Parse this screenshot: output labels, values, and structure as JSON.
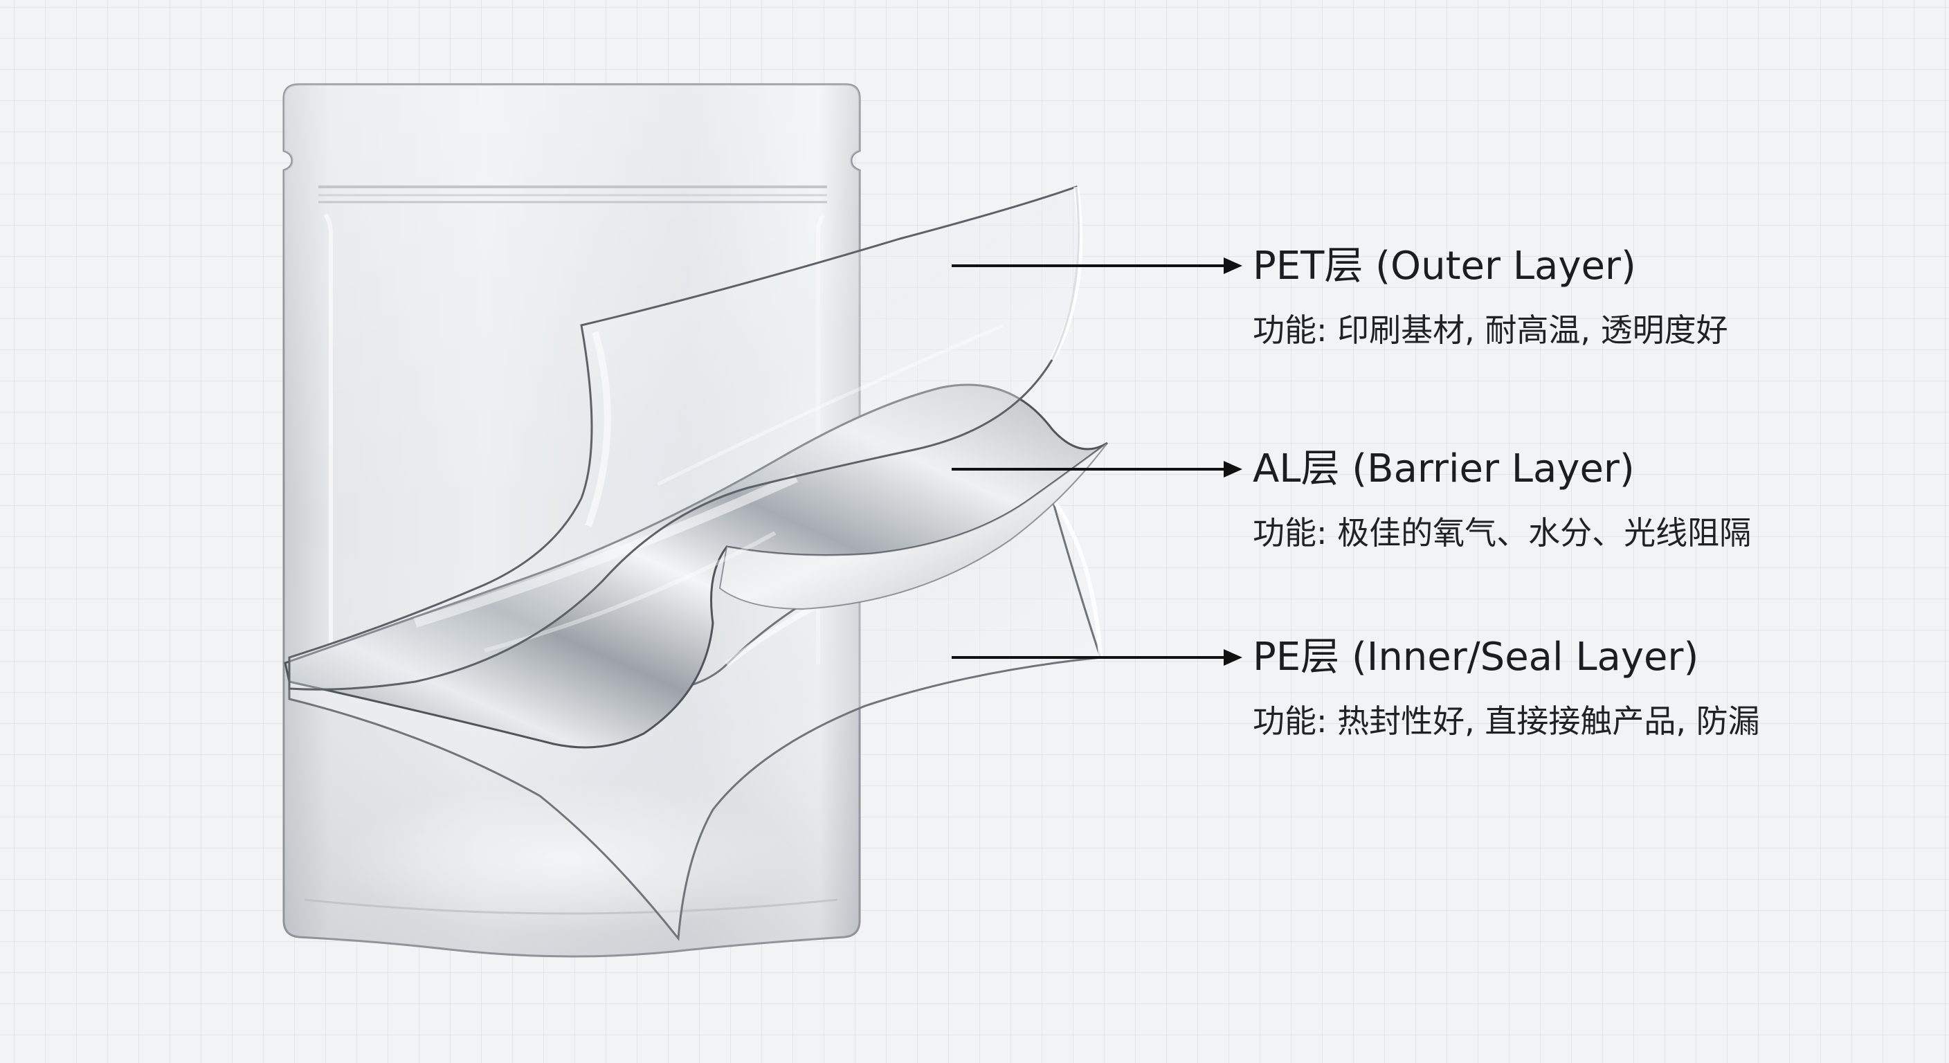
{
  "layers": [
    {
      "id": "pet",
      "title": "PET层 (Outer Layer)",
      "function": "功能: 印刷基材, 耐高温, 透明度好"
    },
    {
      "id": "al",
      "title": "AL层 (Barrier Layer)",
      "function": "功能: 极佳的氧气、水分、光线阻隔"
    },
    {
      "id": "pe",
      "title": "PE层 (Inner/Seal Layer)",
      "function": "功能: 热封性好, 直接接触产品, 防漏"
    }
  ],
  "colors": {
    "background": "#f1f3f5",
    "grid": "#c9ced4",
    "pouch": "#d9dcdf",
    "arrow": "#111111",
    "text": "#1b1d20"
  }
}
